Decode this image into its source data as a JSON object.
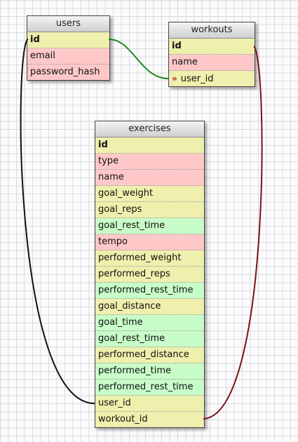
{
  "tables": {
    "users": {
      "title": "users",
      "fields": [
        {
          "name": "id",
          "color": "yellow",
          "pk": true
        },
        {
          "name": "email",
          "color": "pink"
        },
        {
          "name": "password_hash",
          "color": "pink"
        }
      ]
    },
    "workouts": {
      "title": "workouts",
      "fields": [
        {
          "name": "id",
          "color": "yellow",
          "pk": true
        },
        {
          "name": "name",
          "color": "pink"
        },
        {
          "name": "user_id",
          "color": "yellow",
          "fk_marker": "»"
        }
      ]
    },
    "exercises": {
      "title": "exercises",
      "fields": [
        {
          "name": "id",
          "color": "yellow",
          "pk": true
        },
        {
          "name": "type",
          "color": "pink"
        },
        {
          "name": "name",
          "color": "pink"
        },
        {
          "name": "goal_weight",
          "color": "yellow"
        },
        {
          "name": "goal_reps",
          "color": "yellow"
        },
        {
          "name": "goal_rest_time",
          "color": "green"
        },
        {
          "name": "tempo",
          "color": "pink"
        },
        {
          "name": "performed_weight",
          "color": "yellow"
        },
        {
          "name": "performed_reps",
          "color": "yellow"
        },
        {
          "name": "performed_rest_time",
          "color": "green"
        },
        {
          "name": "goal_distance",
          "color": "yellow"
        },
        {
          "name": "goal_time",
          "color": "green"
        },
        {
          "name": "goal_rest_time",
          "color": "green"
        },
        {
          "name": "performed_distance",
          "color": "yellow"
        },
        {
          "name": "performed_time",
          "color": "green"
        },
        {
          "name": "performed_rest_time",
          "color": "green"
        },
        {
          "name": "user_id",
          "color": "yellow"
        },
        {
          "name": "workout_id",
          "color": "yellow"
        }
      ]
    }
  },
  "relations": [
    {
      "from": "users.id",
      "to": "workouts.user_id",
      "color": "#1a8a1a"
    },
    {
      "from": "users.id",
      "to": "exercises.user_id",
      "color": "#111111"
    },
    {
      "from": "workouts.id",
      "to": "exercises.workout_id",
      "color": "#7a1212"
    }
  ],
  "colors": {
    "yellow": "#efefae",
    "pink": "#fec8c8",
    "green": "#c8fcc8",
    "fk_marker": "#c8201a"
  }
}
